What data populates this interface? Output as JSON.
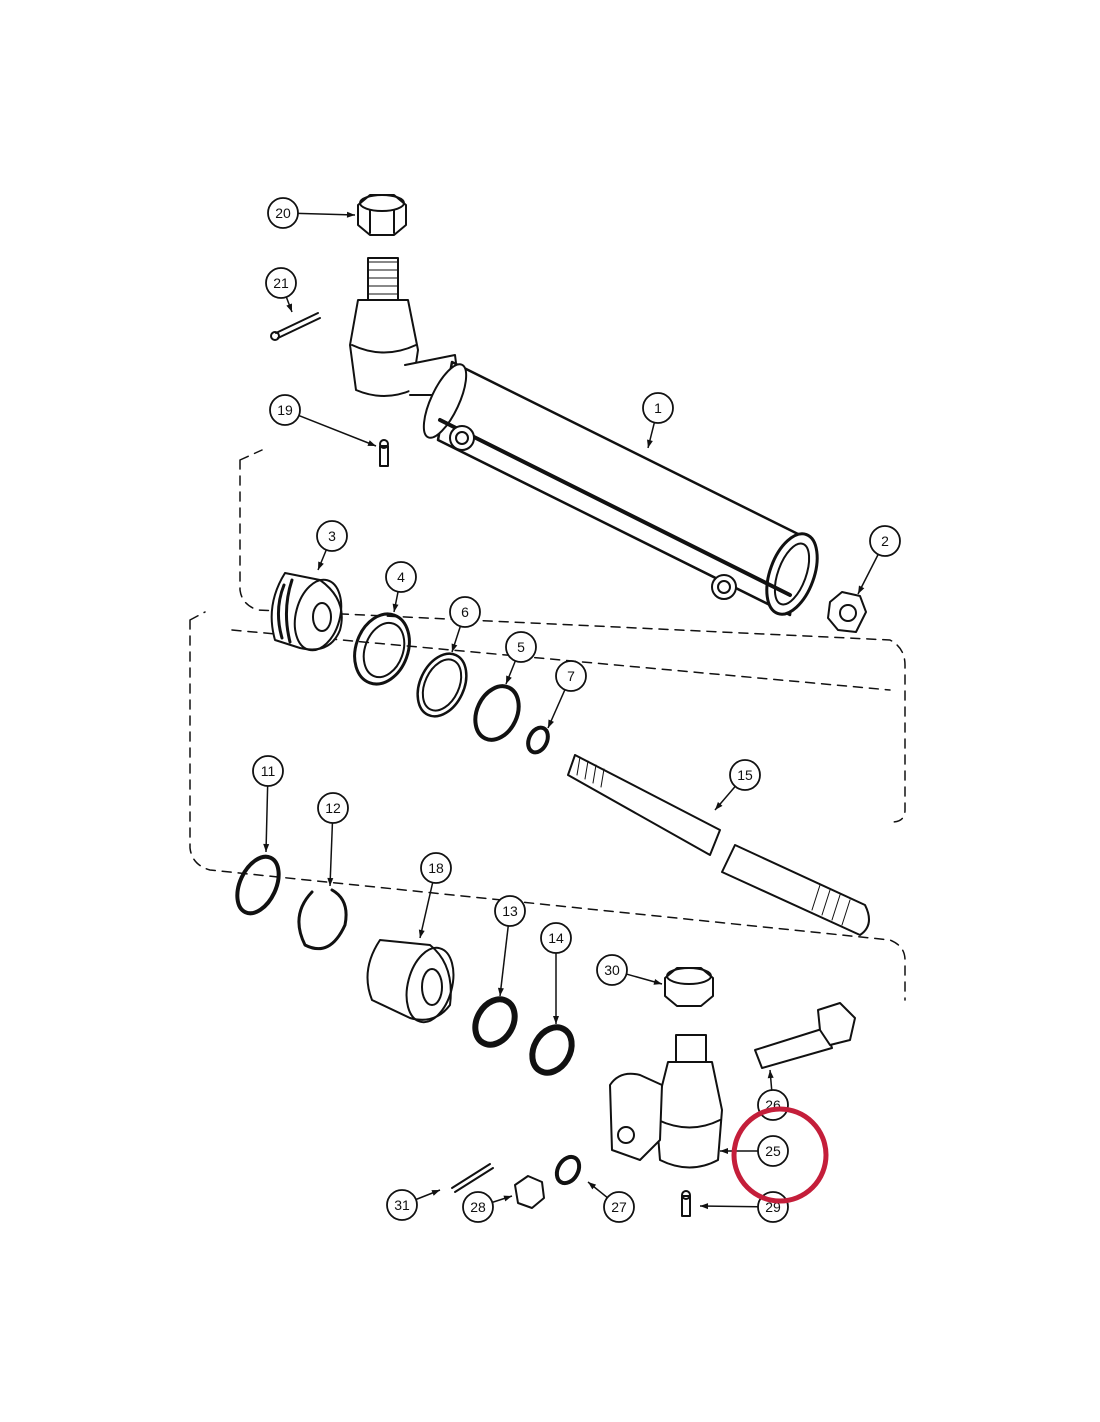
{
  "diagram": {
    "callouts": [
      {
        "label": "20"
      },
      {
        "label": "21"
      },
      {
        "label": "19"
      },
      {
        "label": "1"
      },
      {
        "label": "2"
      },
      {
        "label": "3"
      },
      {
        "label": "4"
      },
      {
        "label": "6"
      },
      {
        "label": "5"
      },
      {
        "label": "7"
      },
      {
        "label": "11"
      },
      {
        "label": "12"
      },
      {
        "label": "18"
      },
      {
        "label": "15"
      },
      {
        "label": "13"
      },
      {
        "label": "14"
      },
      {
        "label": "30"
      },
      {
        "label": "26"
      },
      {
        "label": "25"
      },
      {
        "label": "29"
      },
      {
        "label": "31"
      },
      {
        "label": "28"
      },
      {
        "label": "27"
      }
    ],
    "highlight": {
      "target_label": "25",
      "color": "#c41e3a"
    }
  }
}
